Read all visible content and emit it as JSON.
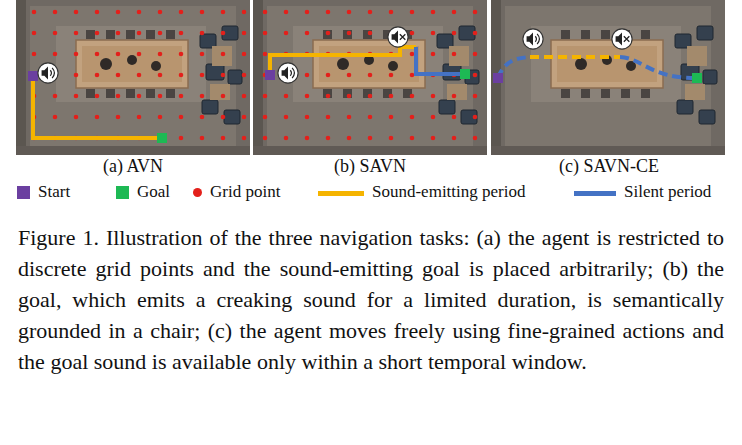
{
  "diagram": {
    "caption": "Figure 1. Illustration of the three navigation tasks: (a) the agent is restricted to discrete grid points and the sound-emitting goal is placed arbitrarily; (b) the goal, which emits a creaking sound for a limited duration, is semantically grounded in a chair; (c) the agent moves freely using fine-grained actions and the goal sound is available only within a short temporal window.",
    "labels": [
      "(a) AVN",
      "(b) SAVN",
      "(c) SAVN-CE"
    ],
    "legend": [
      {
        "text": "Start",
        "color": "#6b3fa0"
      },
      {
        "text": "Goal",
        "color": "#1db954"
      },
      {
        "text": "Grid point",
        "color": "#e3201b"
      },
      {
        "text": "Sound-emitting period"
      },
      {
        "text": "Silent period"
      }
    ]
  }
}
